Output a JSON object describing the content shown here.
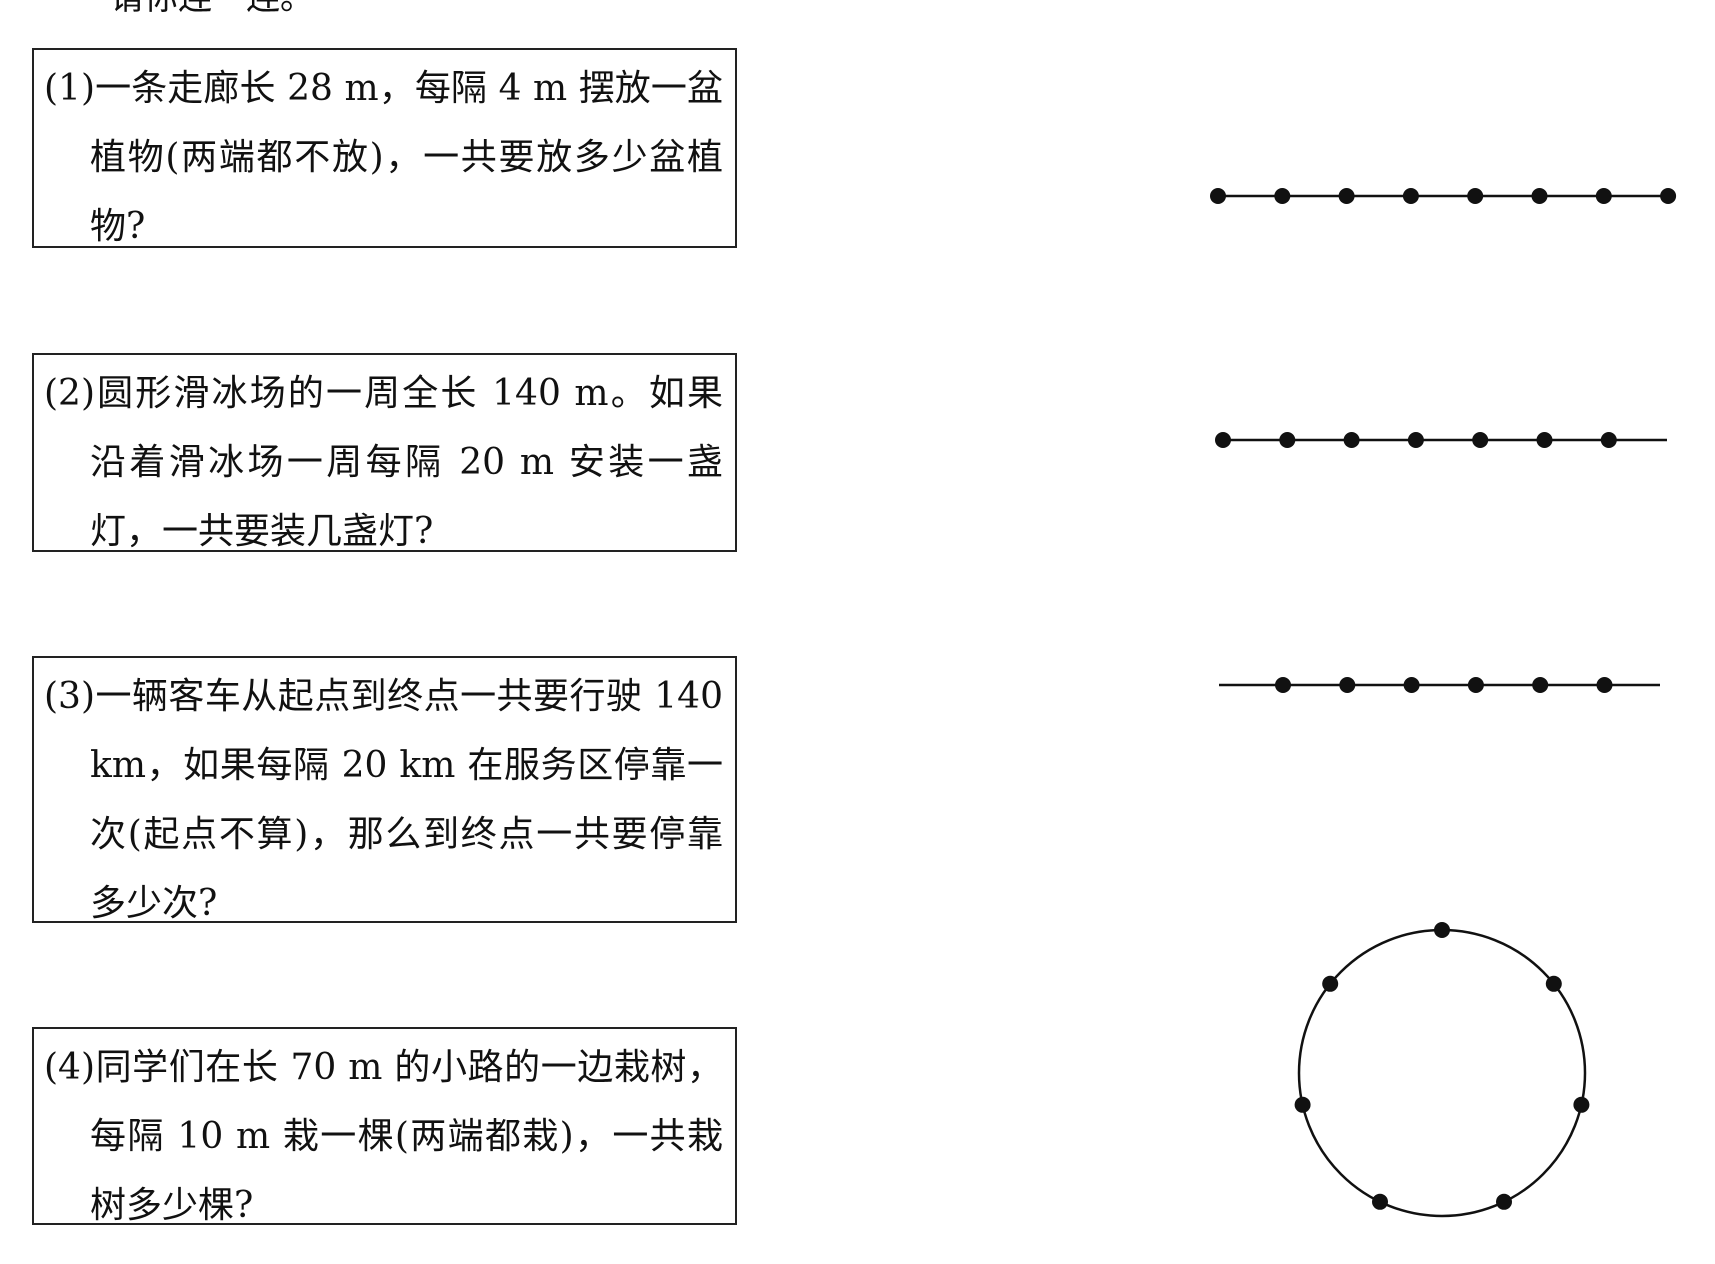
{
  "header_partial": "请你连一连。",
  "problems": [
    {
      "id": "1",
      "text": "(1)一条走廊长 28 m，每隔 4 m 摆放一盆植物(两端都不放)，一共要放多少盆植物?"
    },
    {
      "id": "2",
      "text": "(2)圆形滑冰场的一周全长 140 m。如果沿着滑冰场一周每隔 20 m 安装一盏灯，一共要装几盏灯?"
    },
    {
      "id": "3",
      "text": "(3)一辆客车从起点到终点一共要行驶 140 km，如果每隔 20 km 在服务区停靠一次(起点不算)，那么到终点一共要停靠多少次?"
    },
    {
      "id": "4",
      "text": "(4)同学们在长 70 m 的小路的一边栽树，每隔 10 m 栽一棵(两端都栽)，一共栽树多少棵?"
    }
  ],
  "diagrams": [
    {
      "kind": "line",
      "dots": 8,
      "end_dots": "both"
    },
    {
      "kind": "line",
      "dots": 7,
      "end_dots": "left"
    },
    {
      "kind": "line",
      "dots": 6,
      "end_dots": "none"
    },
    {
      "kind": "circle",
      "dots": 7
    }
  ],
  "colors": {
    "ink": "#111111",
    "border": "#222222",
    "background": "#ffffff"
  }
}
